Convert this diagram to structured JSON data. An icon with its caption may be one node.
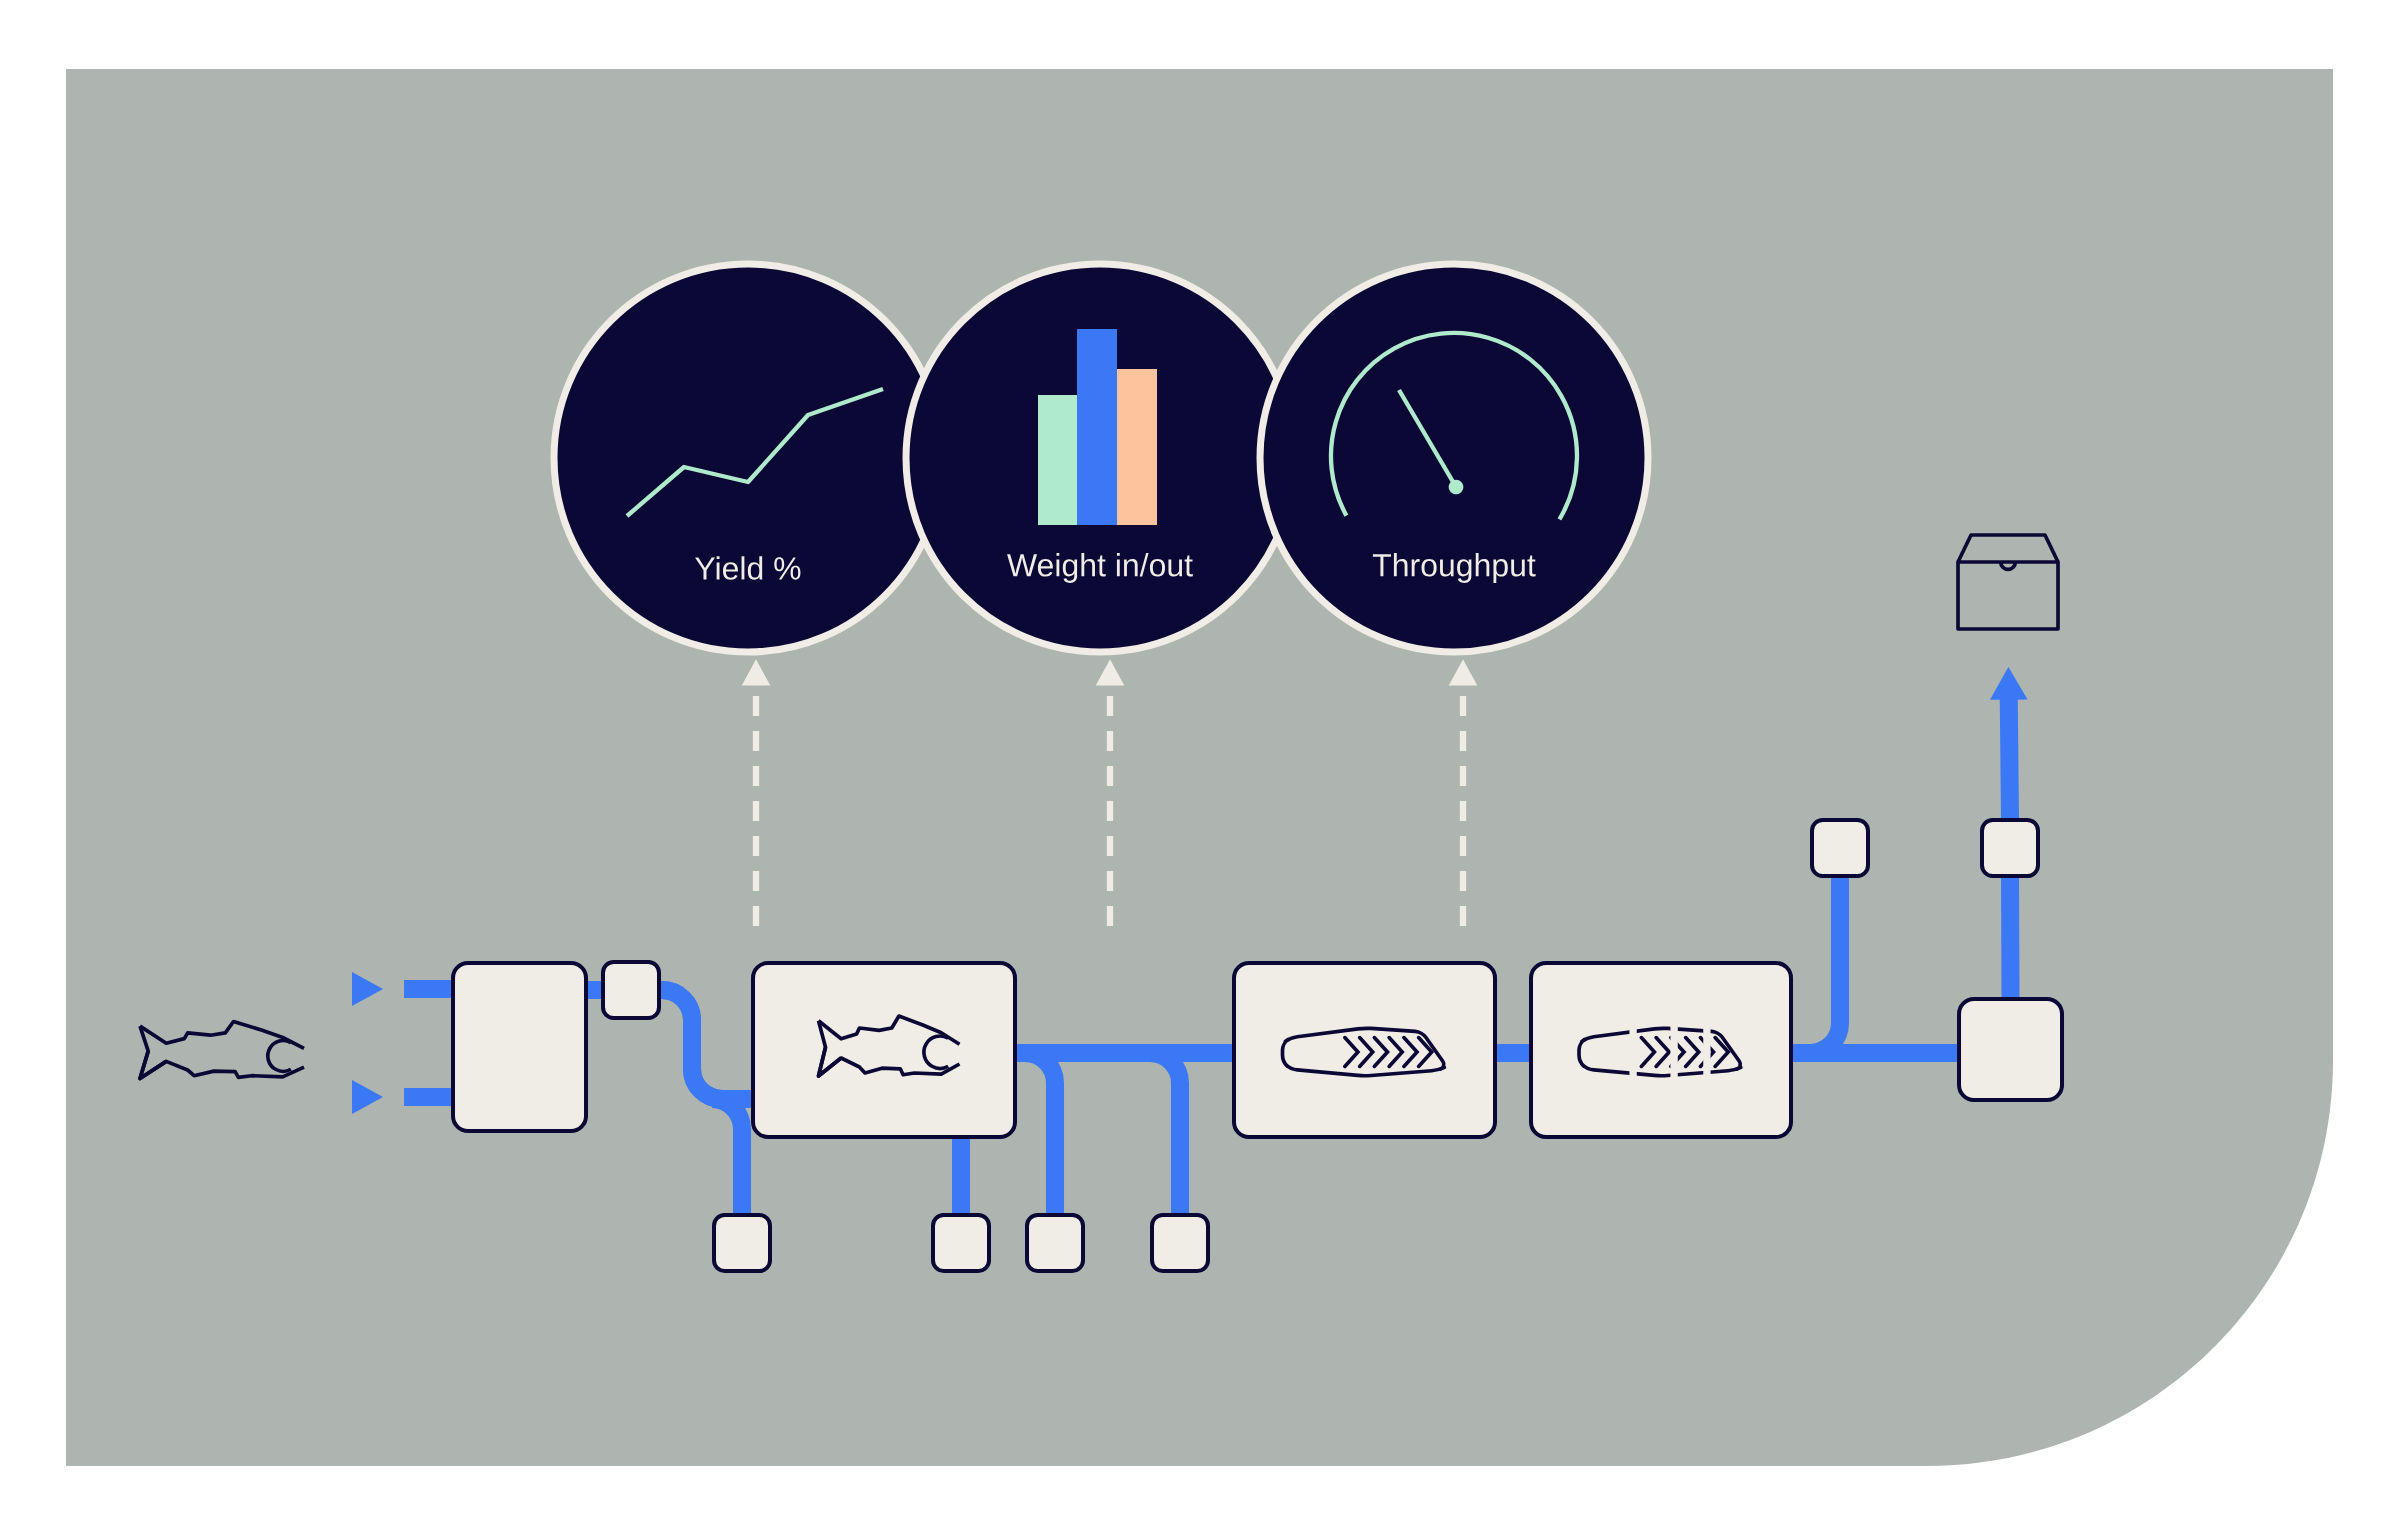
{
  "diagram": {
    "nodes": [
      {
        "text": [
          "Yield %"
        ]
      },
      {
        "text": [
          "Weight in/out"
        ]
      },
      {
        "text": [
          "Throughput"
        ]
      },
      {
        "text": [],
        "shape": "picture"
      },
      {
        "text": [],
        "shape": "box"
      },
      {
        "text": [],
        "shape": "box"
      },
      {
        "text": [],
        "shape": "box"
      },
      {
        "text": [],
        "shape": "box"
      },
      {
        "text": [],
        "shape": "box"
      },
      {
        "text": [],
        "shape": "box"
      },
      {
        "text": [],
        "shape": "box"
      },
      {
        "text": [],
        "shape": "box"
      },
      {
        "text": [],
        "shape": "box"
      },
      {
        "text": [],
        "shape": "box"
      },
      {
        "text": [],
        "shape": "box"
      },
      {
        "text": [],
        "shape": "box"
      }
    ],
    "edges": [
      {
        "from": null,
        "to": 6,
        "arrow": "to"
      },
      {
        "from": null,
        "to": 6,
        "arrow": "to"
      },
      {
        "from": 6,
        "to": 7,
        "arrow": "none"
      },
      {
        "from": 7,
        "to": 8,
        "arrow": "none"
      },
      {
        "from": 7,
        "to": 12,
        "arrow": "none"
      },
      {
        "from": 8,
        "to": 13,
        "arrow": "none"
      },
      {
        "from": 8,
        "to": 9,
        "arrow": "none"
      },
      {
        "from": 8,
        "to": 14,
        "arrow": "none"
      },
      {
        "from": 8,
        "to": 15,
        "arrow": "none"
      },
      {
        "from": 9,
        "to": 10,
        "arrow": "none"
      },
      {
        "from": 10,
        "to": 11,
        "arrow": "none"
      },
      {
        "from": 10,
        "to": 4,
        "arrow": "none"
      },
      {
        "from": 11,
        "to": 5,
        "arrow": "none"
      },
      {
        "from": 5,
        "to": 3,
        "arrow": "to"
      },
      {
        "from": null,
        "to": 0,
        "arrow": "to",
        "style": "dashed",
        "color": "#efebe5"
      },
      {
        "from": null,
        "to": 1,
        "arrow": "to",
        "style": "dashed",
        "color": "#efebe5"
      },
      {
        "from": null,
        "to": 2,
        "arrow": "to",
        "style": "dashed",
        "color": "#efebe5"
      }
    ]
  }
}
